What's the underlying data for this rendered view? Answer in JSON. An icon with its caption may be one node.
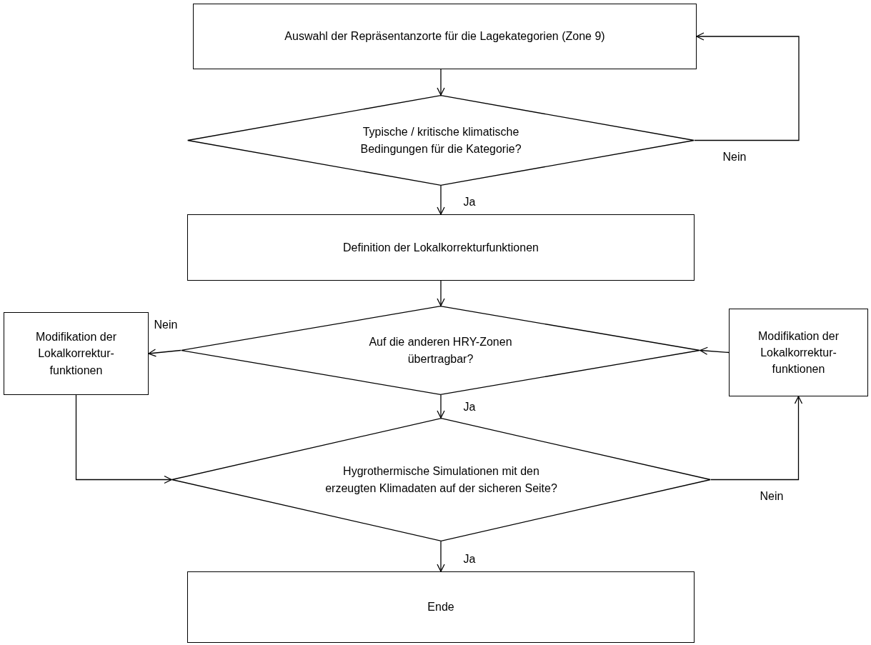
{
  "diagram": {
    "nodes": [
      {
        "text": [
          "Auswahl der Repräsentanzorte für die Lagekategorien (Zone 9)"
        ]
      },
      {
        "text": [
          "Typische / kritische klimatische Bedingungen für die Kategorie?"
        ]
      },
      {
        "text": [
          "Definition der Lokalkorrekturfunktionen"
        ]
      },
      {
        "text": [
          "Auf die anderen HRY-Zonen übertragbar?"
        ]
      },
      {
        "text": [
          "Modifikation der Lokalkorrektur-funktionen"
        ]
      },
      {
        "text": [
          "Modifikation der Lokalkorrektur-funktionen"
        ]
      },
      {
        "text": [
          "Hygrothermische Simulationen mit den erzeugten Klimadaten auf der sicheren Seite?"
        ]
      },
      {
        "text": [
          "Ende"
        ]
      }
    ],
    "edges": [
      {
        "from": 0,
        "to": 1,
        "arrow": "to"
      },
      {
        "from": 1,
        "to": 0,
        "arrow": "to",
        "label": "Nein"
      },
      {
        "from": 1,
        "to": 2,
        "arrow": "to",
        "label": "Ja"
      },
      {
        "from": 2,
        "to": 3,
        "arrow": "to"
      },
      {
        "from": 3,
        "to": 4,
        "arrow": "to",
        "label": "Nein"
      },
      {
        "from": 5,
        "to": 3,
        "arrow": "to"
      },
      {
        "from": 3,
        "to": 6,
        "arrow": "to",
        "label": "Ja"
      },
      {
        "from": 4,
        "to": 6,
        "arrow": "to"
      },
      {
        "from": 6,
        "to": 5,
        "arrow": "to",
        "label": "Nein"
      },
      {
        "from": 6,
        "to": 7,
        "arrow": "to",
        "label": "Ja"
      }
    ]
  }
}
